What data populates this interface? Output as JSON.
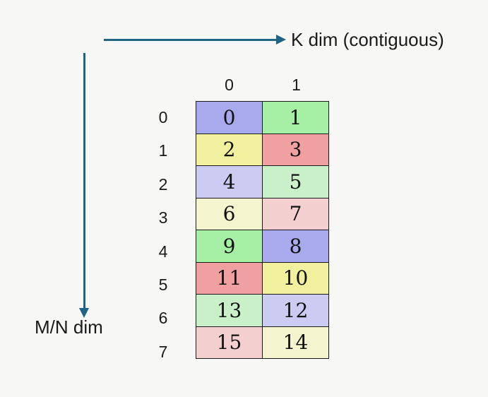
{
  "colors": {
    "background": "#f7f7f5",
    "arrow": "#1f6586",
    "cell_border": "#1a1a1a",
    "palette": {
      "purple": "#a9a9ee",
      "green": "#a6f0a6",
      "yellow": "#f0f09e",
      "red": "#f0a0a0",
      "light_purple": "#ccccf2",
      "light_green": "#caf0ca",
      "light_yellow": "#f4f4cf",
      "light_pink": "#f4cfcf"
    }
  },
  "labels": {
    "k_dim": "K dim (contiguous)",
    "mn_dim": "M/N dim"
  },
  "grid": {
    "col_headers": [
      "0",
      "1"
    ],
    "rows": [
      {
        "label": "0",
        "cells": [
          {
            "value": "0",
            "color": "purple"
          },
          {
            "value": "1",
            "color": "green"
          }
        ]
      },
      {
        "label": "1",
        "cells": [
          {
            "value": "2",
            "color": "yellow"
          },
          {
            "value": "3",
            "color": "red"
          }
        ]
      },
      {
        "label": "2",
        "cells": [
          {
            "value": "4",
            "color": "light_purple"
          },
          {
            "value": "5",
            "color": "light_green"
          }
        ]
      },
      {
        "label": "3",
        "cells": [
          {
            "value": "6",
            "color": "light_yellow"
          },
          {
            "value": "7",
            "color": "light_pink"
          }
        ]
      },
      {
        "label": "4",
        "cells": [
          {
            "value": "9",
            "color": "green"
          },
          {
            "value": "8",
            "color": "purple"
          }
        ]
      },
      {
        "label": "5",
        "cells": [
          {
            "value": "11",
            "color": "red"
          },
          {
            "value": "10",
            "color": "yellow"
          }
        ]
      },
      {
        "label": "6",
        "cells": [
          {
            "value": "13",
            "color": "light_green"
          },
          {
            "value": "12",
            "color": "light_purple"
          }
        ]
      },
      {
        "label": "7",
        "cells": [
          {
            "value": "15",
            "color": "light_pink"
          },
          {
            "value": "14",
            "color": "light_yellow"
          }
        ]
      }
    ]
  }
}
